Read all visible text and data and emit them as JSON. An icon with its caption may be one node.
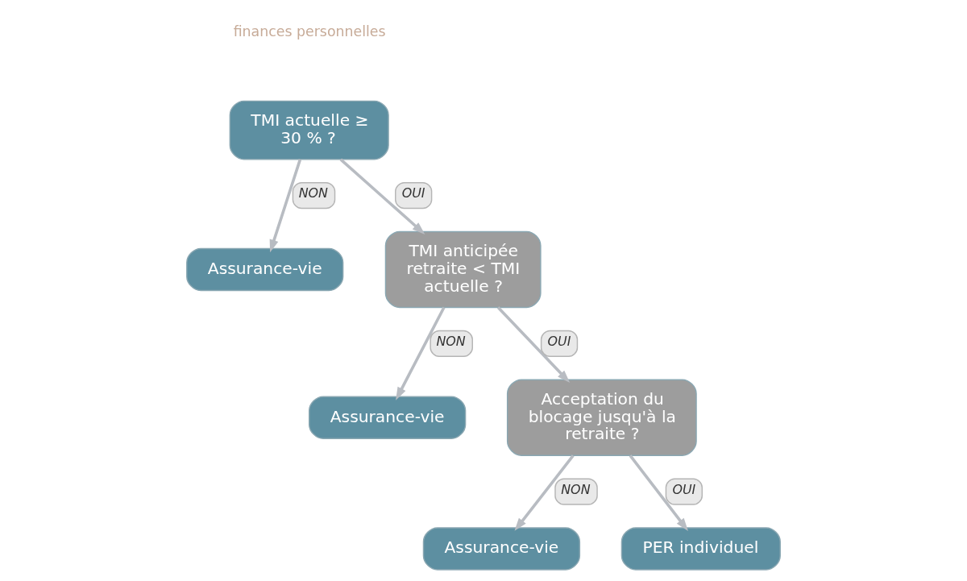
{
  "diagram": {
    "nodes": [
      {
        "text": [
          "TMI actuelle ≥ 30 % ?"
        ]
      },
      {
        "text": [
          "Assurance-vie"
        ]
      },
      {
        "text": [
          "TMI anticipée retraite < TMI actuelle ?"
        ]
      },
      {
        "text": [
          "Assurance-vie"
        ]
      },
      {
        "text": [
          "Acceptation du blocage jusqu'à la retraite ?"
        ]
      },
      {
        "text": [
          "Assurance-vie"
        ]
      },
      {
        "text": [
          "PER individuel"
        ]
      }
    ],
    "edges": [
      {
        "from": 0,
        "to": 1,
        "arrow": "to",
        "label": "NON"
      },
      {
        "from": 0,
        "to": 2,
        "arrow": "to",
        "label": "OUI"
      },
      {
        "from": 2,
        "to": 3,
        "arrow": "to",
        "label": "NON"
      },
      {
        "from": 2,
        "to": 4,
        "arrow": "to",
        "label": "OUI"
      },
      {
        "from": 4,
        "to": 5,
        "arrow": "to",
        "label": "NON"
      },
      {
        "from": 4,
        "to": 6,
        "arrow": "to",
        "label": "OUI"
      }
    ],
    "labels": [
      "finances personnelles"
    ]
  }
}
